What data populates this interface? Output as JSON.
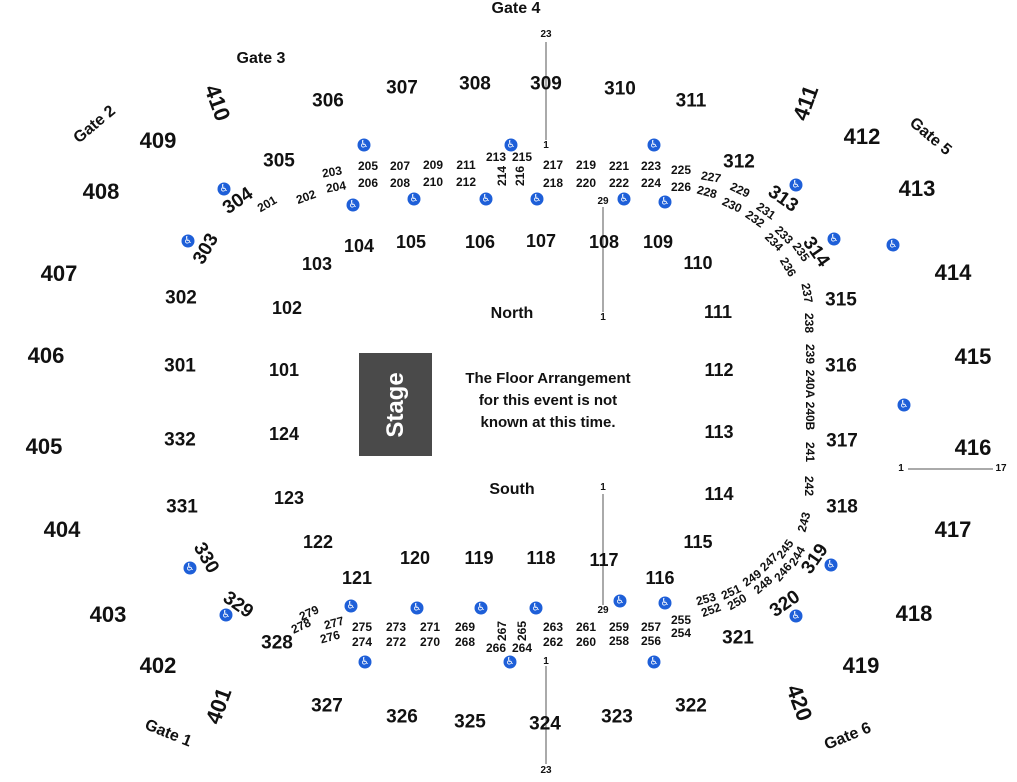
{
  "map": {
    "stage_label": "Stage",
    "floor_note": "The Floor Arrangement for this event is not known at this time.",
    "north_label": "North",
    "south_label": "South",
    "wheelchair_icon": "wheelchair-icon",
    "accent_color": "#1e5fd8",
    "stage_color": "#4a4a4a",
    "gates": [
      "Gate 1",
      "Gate 2",
      "Gate 3",
      "Gate 4",
      "Gate 5",
      "Gate 6"
    ],
    "sections_400": [
      "401",
      "402",
      "403",
      "404",
      "405",
      "406",
      "407",
      "408",
      "409",
      "410",
      "411",
      "412",
      "413",
      "414",
      "415",
      "416",
      "417",
      "418",
      "419",
      "420"
    ],
    "sections_300": [
      "301",
      "302",
      "303",
      "304",
      "305",
      "306",
      "307",
      "308",
      "309",
      "310",
      "311",
      "312",
      "313",
      "314",
      "315",
      "316",
      "317",
      "318",
      "319",
      "320",
      "321",
      "322",
      "323",
      "324",
      "325",
      "326",
      "327",
      "328",
      "329",
      "330",
      "331",
      "332"
    ],
    "sections_200": [
      "201",
      "202",
      "203",
      "204",
      "205",
      "206",
      "207",
      "208",
      "209",
      "210",
      "211",
      "212",
      "213",
      "214",
      "215",
      "216",
      "217",
      "218",
      "219",
      "220",
      "221",
      "222",
      "223",
      "224",
      "225",
      "226",
      "227",
      "228",
      "229",
      "230",
      "231",
      "232",
      "233",
      "234",
      "235",
      "236",
      "237",
      "238",
      "239",
      "240A",
      "240B",
      "241",
      "242",
      "243",
      "244",
      "245",
      "246",
      "247",
      "248",
      "249",
      "250",
      "251",
      "252",
      "253",
      "254",
      "255",
      "256",
      "257",
      "258",
      "259",
      "260",
      "261",
      "262",
      "263",
      "264",
      "265",
      "266",
      "267",
      "268",
      "269",
      "270",
      "271",
      "272",
      "273",
      "274",
      "275",
      "276",
      "277",
      "278",
      "279"
    ],
    "sections_100": [
      "101",
      "102",
      "103",
      "104",
      "105",
      "106",
      "107",
      "108",
      "109",
      "110",
      "111",
      "112",
      "113",
      "114",
      "115",
      "116",
      "117",
      "118",
      "119",
      "120",
      "121",
      "122",
      "123",
      "124"
    ],
    "row_labels": [
      "23",
      "1",
      "29",
      "1",
      "1",
      "29",
      "1",
      "23",
      "1",
      "17"
    ]
  }
}
